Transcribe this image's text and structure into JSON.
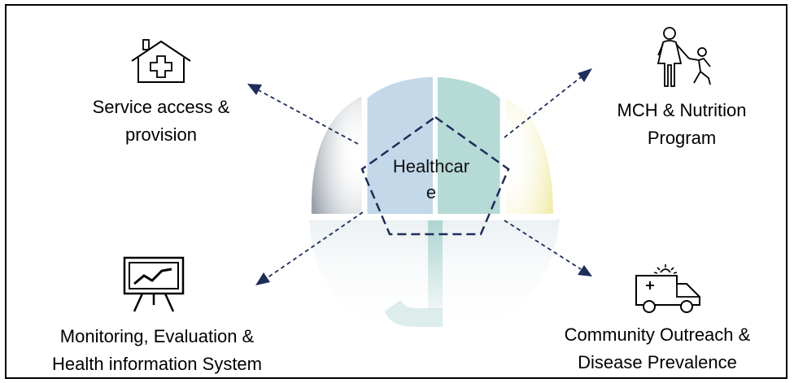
{
  "diagram": {
    "center": {
      "line1": "Healthcar",
      "line2": "e"
    },
    "nodes": {
      "top_left": {
        "line1": "Service access &",
        "line2": "provision",
        "icon": "house-medical-icon"
      },
      "top_right": {
        "line1": "MCH & Nutrition",
        "line2": "Program",
        "icon": "mother-child-icon"
      },
      "bottom_left": {
        "line1": "Monitoring, Evaluation &",
        "line2": "Health information System",
        "icon": "chart-easel-icon"
      },
      "bottom_right": {
        "line1": "Community Outreach &",
        "line2": "Disease Prevalence",
        "icon": "ambulance-icon"
      }
    },
    "colors": {
      "arrow": "#1f2d5a",
      "pentagon": "#1f2d5a",
      "logo_blue": "#a8c6e0",
      "logo_teal": "#9fcfca",
      "logo_yellow": "#f3eec0",
      "logo_gray": "#9aa3ad"
    }
  }
}
